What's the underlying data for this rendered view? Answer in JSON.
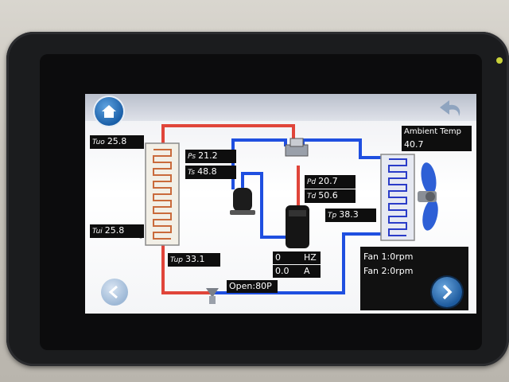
{
  "sensors": {
    "tuo": {
      "key": "Tuo",
      "value": "25.8"
    },
    "tui": {
      "key": "Tui",
      "value": "25.8"
    },
    "tup": {
      "key": "Tup",
      "value": "33.1"
    },
    "ps": {
      "key": "Ps",
      "value": "21.2"
    },
    "ts": {
      "key": "Ts",
      "value": "48.8"
    },
    "pd": {
      "key": "Pd",
      "value": "20.7"
    },
    "td": {
      "key": "Td",
      "value": "50.6"
    },
    "tp": {
      "key": "Tp",
      "value": "38.3"
    }
  },
  "ambient": {
    "label": "Ambient Temp",
    "value": "40.7"
  },
  "compressor": {
    "hz_value": "0",
    "hz_unit": "HZ",
    "amp_value": "0.0",
    "amp_unit": "A"
  },
  "valve": {
    "open_text": "Open:80P"
  },
  "fans": [
    "Fan 1:0rpm",
    "Fan 2:0rpm"
  ],
  "colors": {
    "hot_line": "#e0453a",
    "cold_line": "#1f4fe0",
    "accent_blue": "#1a5fa8"
  },
  "icons": [
    "home-icon",
    "back-arrow-icon",
    "left-arrow-icon",
    "right-arrow-icon",
    "fan-icon",
    "compressor-icon",
    "accumulator-icon",
    "expansion-valve-icon",
    "four-way-valve-icon"
  ]
}
